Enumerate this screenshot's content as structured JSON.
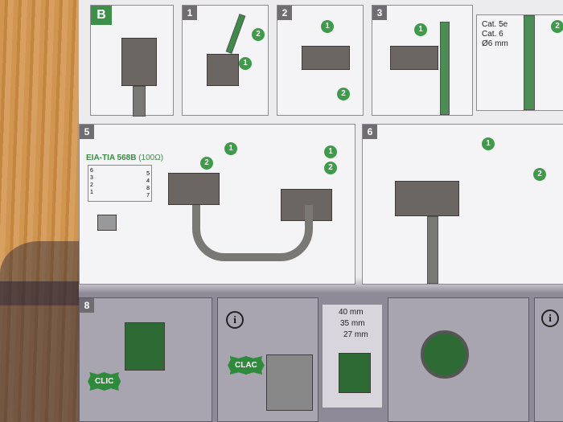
{
  "panels": {
    "b": {
      "label": "B"
    },
    "p1": {
      "label": "1",
      "callouts": [
        "2",
        "1"
      ]
    },
    "p2": {
      "label": "2",
      "callouts": [
        "1",
        "2"
      ]
    },
    "p3": {
      "label": "3",
      "callouts": [
        "1"
      ]
    },
    "p4": {
      "spec": [
        "Cat. 5e",
        "Cat. 6",
        "Ø6 mm"
      ],
      "callouts": [
        "2"
      ]
    },
    "p5": {
      "label": "5",
      "standard": "EIA-TIA 568B",
      "impedance": "(100Ω)",
      "pins_left": [
        "6",
        "3",
        "2",
        "1"
      ],
      "pins_right": [
        "5",
        "4",
        "8",
        "7"
      ],
      "callouts": [
        "1",
        "2",
        "1",
        "2"
      ]
    },
    "p6": {
      "label": "6",
      "callouts": [
        "1",
        "2"
      ]
    },
    "p8": {
      "label": "8",
      "clic": "CLIC"
    },
    "info1": {
      "icon": "info-icon",
      "clac": "CLAC"
    },
    "info2": {
      "icon": "info-icon",
      "dims": [
        "40 mm",
        "35 mm",
        "27 mm"
      ]
    }
  },
  "colors": {
    "accent": "#3f9a4a",
    "wood": "#c98a45",
    "paper": "#ecebee"
  }
}
